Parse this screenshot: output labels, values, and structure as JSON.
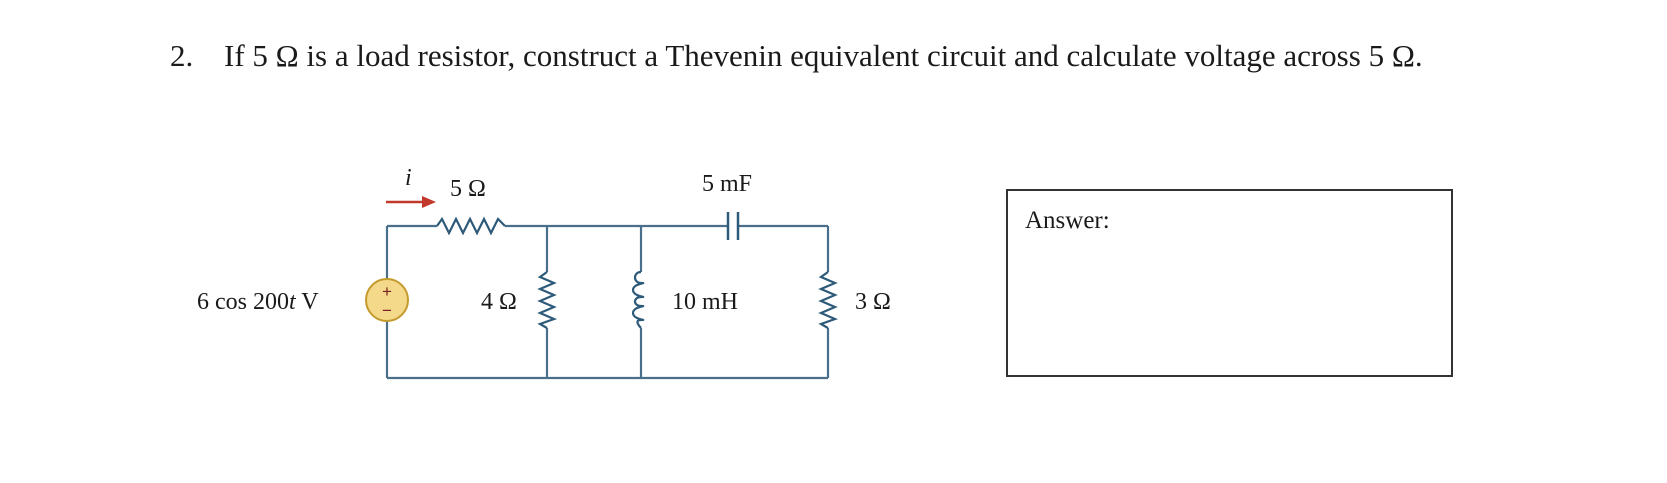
{
  "question": {
    "number": "2.",
    "text": "If 5 Ω is a load resistor, construct a Thevenin equivalent circuit and calculate voltage across 5 Ω."
  },
  "circuit": {
    "source_label_prefix": "6 cos 200",
    "source_label_var": "t",
    "source_label_suffix": " V",
    "source_plus": "+",
    "source_minus": "−",
    "current_label": "i",
    "series_resistor_label": "5 Ω",
    "capacitor_label": "5 mF",
    "resistor_4_label": "4 Ω",
    "inductor_label": "10 mH",
    "resistor_3_label": "3 Ω",
    "colors": {
      "wire": "#4a6f8a",
      "source_fill": "#f4d98a",
      "source_stroke": "#c49a2e",
      "arrow": "#c0392b"
    }
  },
  "answer": {
    "label": "Answer:"
  }
}
